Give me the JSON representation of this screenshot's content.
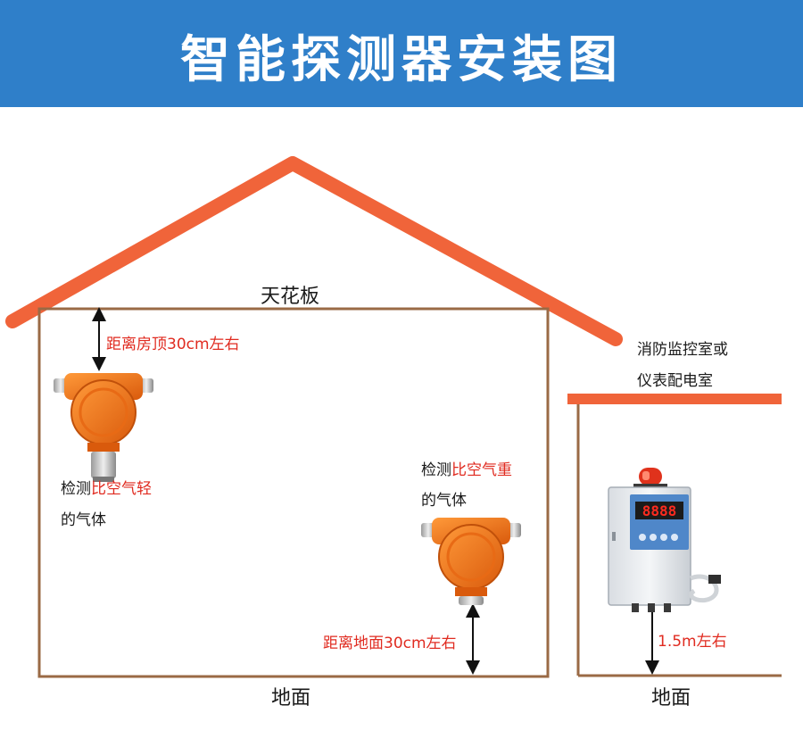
{
  "header": {
    "title": "智能探测器安装图"
  },
  "house": {
    "ceiling_label": "天花板",
    "floor_label": "地面",
    "top_distance": "距离房顶30cm左右",
    "bottom_distance": "距离地面30cm左右"
  },
  "detector_light": {
    "prefix": "检测",
    "highlight": "比空气轻",
    "suffix": "的气体"
  },
  "detector_heavy": {
    "prefix": "检测",
    "highlight": "比空气重",
    "suffix": "的气体"
  },
  "control_room": {
    "label_line1": "消防监控室或",
    "label_line2": "仪表配电室",
    "height_label": "1.5m左右",
    "floor_label": "地面",
    "display_value": "8888"
  },
  "colors": {
    "banner": "#2f7fc9",
    "roof": "#f0643a",
    "wall": "#9a6a45",
    "detector": "#f07a1c",
    "highlight_text": "#e02b20"
  }
}
